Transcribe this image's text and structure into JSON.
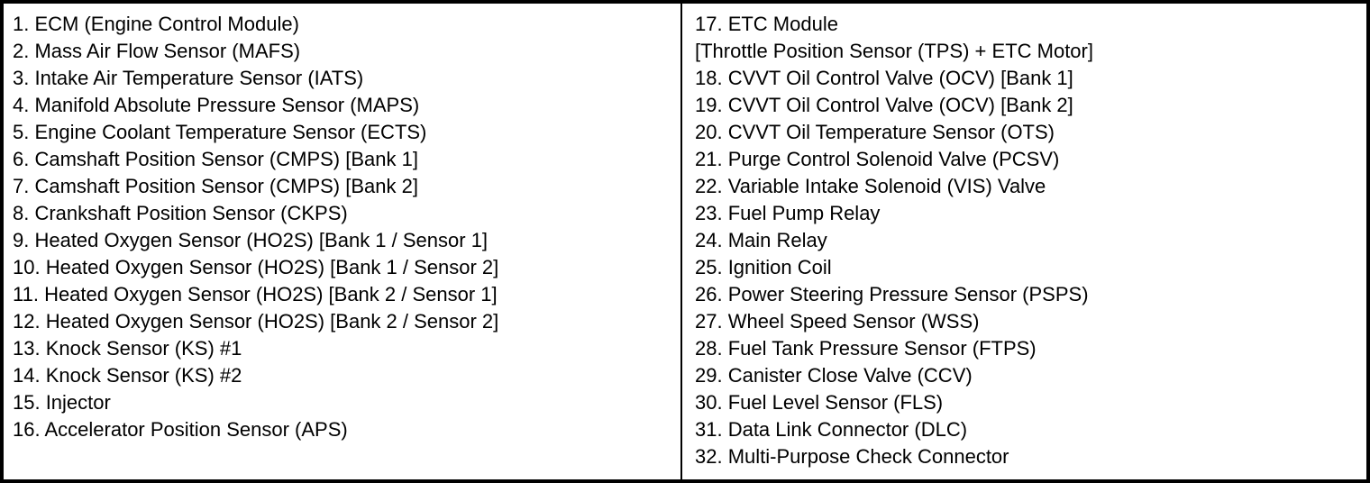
{
  "colors": {
    "background": "#ffffff",
    "border": "#000000",
    "text": "#000000"
  },
  "table": {
    "description": "Engine component index legend, two columns",
    "left_column": [
      "1. ECM (Engine Control Module)",
      "2. Mass Air Flow Sensor (MAFS)",
      "3. Intake Air Temperature Sensor (IATS)",
      "4. Manifold Absolute Pressure Sensor (MAPS)",
      "5. Engine Coolant Temperature Sensor (ECTS)",
      "6. Camshaft Position Sensor (CMPS) [Bank 1]",
      "7. Camshaft Position Sensor (CMPS) [Bank 2]",
      "8. Crankshaft Position Sensor (CKPS)",
      "9. Heated Oxygen Sensor (HO2S) [Bank 1 / Sensor 1]",
      "10. Heated Oxygen Sensor (HO2S) [Bank 1 / Sensor 2]",
      "11. Heated Oxygen Sensor (HO2S) [Bank 2 / Sensor 1]",
      "12. Heated Oxygen Sensor (HO2S) [Bank 2 / Sensor 2]",
      "13. Knock Sensor (KS) #1",
      "14. Knock Sensor (KS) #2",
      "15. Injector",
      "16. Accelerator Position Sensor (APS)"
    ],
    "right_column": [
      "17. ETC Module",
      "[Throttle Position Sensor (TPS) + ETC Motor]",
      "18. CVVT Oil Control Valve (OCV) [Bank 1]",
      "19. CVVT Oil Control Valve (OCV) [Bank 2]",
      "20. CVVT Oil Temperature Sensor (OTS)",
      "21. Purge Control Solenoid Valve (PCSV)",
      "22. Variable Intake Solenoid (VIS) Valve",
      "23. Fuel Pump Relay",
      "24. Main Relay",
      "25. Ignition Coil",
      "26. Power Steering Pressure Sensor (PSPS)",
      "27. Wheel Speed Sensor (WSS)",
      "28. Fuel Tank Pressure Sensor (FTPS)",
      "29. Canister Close Valve (CCV)",
      "30. Fuel Level Sensor (FLS)",
      "31. Data Link Connector (DLC)",
      "32. Multi-Purpose Check Connector"
    ]
  }
}
